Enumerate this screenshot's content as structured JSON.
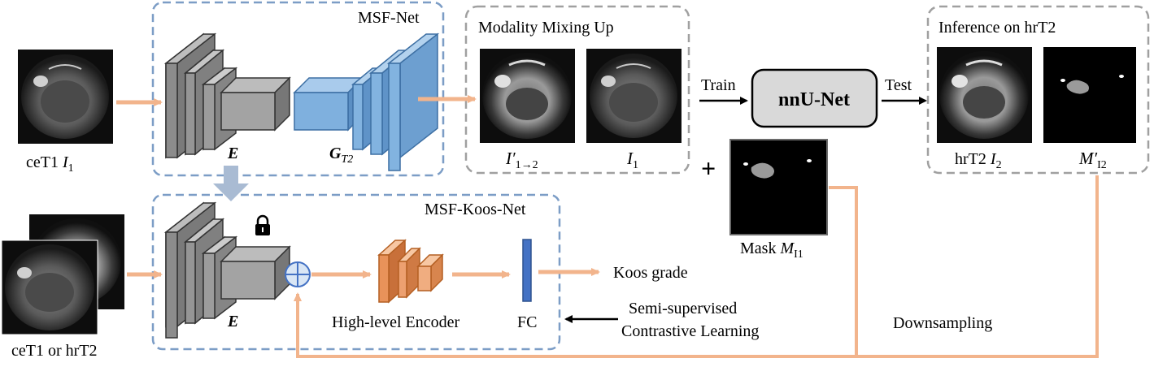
{
  "msf_net": {
    "title": "MSF-Net",
    "encoder_label": "E",
    "generator_label": "G",
    "generator_sub": "T2"
  },
  "input_top": {
    "label": "ceT1",
    "var": "I",
    "sub": "1"
  },
  "mixing": {
    "title": "Modality Mixing Up",
    "img1_var": "I′",
    "img1_sub": "1→2",
    "img2_var": "I",
    "img2_sub": "1"
  },
  "nnunet": {
    "label": "nnU-Net",
    "train_label": "Train",
    "test_label": "Test"
  },
  "inference": {
    "title": "Inference on hrT2",
    "img1_label": "hrT2",
    "img1_var": "I",
    "img1_sub": "2",
    "img2_var": "M′",
    "img2_sub": "I2"
  },
  "mask": {
    "plus": "+",
    "label": "Mask",
    "var": "M",
    "sub": "I1"
  },
  "koos_net": {
    "title": "MSF-Koos-Net",
    "encoder_label": "E",
    "hl_encoder_label": "High-level Encoder",
    "fc_label": "FC",
    "output_label": "Koos grade",
    "ssl_line1": "Semi-supervised",
    "ssl_line2": "Contrastive Learning",
    "lock_icon": "lock-icon"
  },
  "input_bottom": {
    "label": "ceT1 or hrT2"
  },
  "downsampling_label": "Downsampling",
  "colors": {
    "dashed_blue": "#7c9dc6",
    "dashed_gray": "#a0a0a0",
    "arrow_orange": "#f2b48c",
    "encoder_gray": "#8c8c8c",
    "generator_blue": "#6fa8dc",
    "hl_encoder_orange": "#e8925a",
    "fc_blue": "#4472c4",
    "nnunet_fill": "#d9d9d9"
  }
}
